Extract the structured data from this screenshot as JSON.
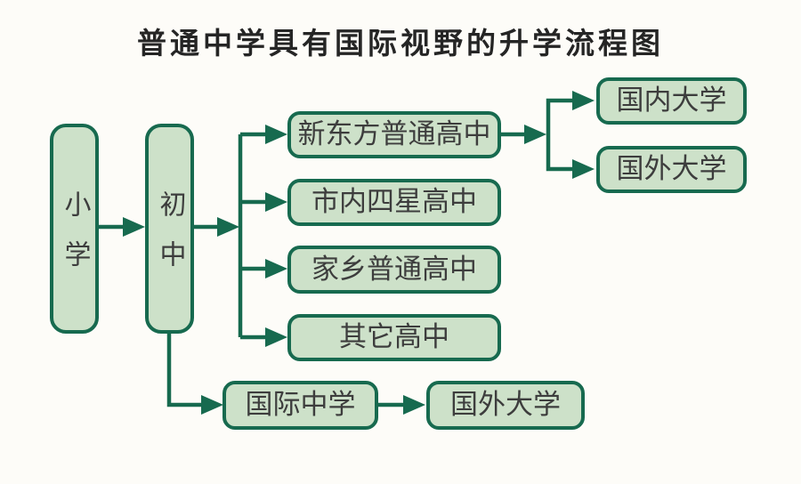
{
  "title": "普通中学具有国际视野的升学流程图",
  "colors": {
    "background": "#fdfcf8",
    "box_fill": "#cde1c9",
    "box_border": "#176a4f",
    "connector": "#176a4f",
    "node_text": "#3d3d3d",
    "title_text": "#252525"
  },
  "nodes": {
    "primary_school": "小学",
    "junior_high": "初中",
    "new_oriental_high": "新东方普通高中",
    "city_four_star_high": "市内四星高中",
    "hometown_high": "家乡普通高中",
    "other_high": "其它高中",
    "domestic_university": "国内大学",
    "foreign_university": "国外大学",
    "international_school": "国际中学",
    "foreign_university_intl": "国外大学"
  },
  "edges": [
    {
      "from": "小学",
      "to": "初中"
    },
    {
      "from": "初中",
      "to": "新东方普通高中"
    },
    {
      "from": "初中",
      "to": "市内四星高中"
    },
    {
      "from": "初中",
      "to": "家乡普通高中"
    },
    {
      "from": "初中",
      "to": "其它高中"
    },
    {
      "from": "初中",
      "to": "国际中学"
    },
    {
      "from": "新东方普通高中",
      "to": "国内大学"
    },
    {
      "from": "新东方普通高中",
      "to": "国外大学"
    },
    {
      "from": "国际中学",
      "to": "国外大学"
    }
  ]
}
